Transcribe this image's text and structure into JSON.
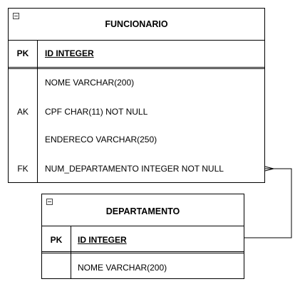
{
  "tables": {
    "funcionario": {
      "title": "FUNCIONARIO",
      "pk": {
        "key": "PK",
        "field": "ID INTEGER"
      },
      "rows": [
        {
          "key": "",
          "field": "NOME VARCHAR(200)"
        },
        {
          "key": "AK",
          "field": "CPF CHAR(11) NOT NULL"
        },
        {
          "key": "",
          "field": "ENDERECO VARCHAR(250)"
        },
        {
          "key": "FK",
          "field": "NUM_DEPARTAMENTO INTEGER NOT NULL"
        }
      ]
    },
    "departamento": {
      "title": "DEPARTAMENTO",
      "pk": {
        "key": "PK",
        "field": "ID INTEGER"
      },
      "rows": [
        {
          "key": "",
          "field": "NOME VARCHAR(200)"
        }
      ]
    }
  },
  "relationship": {
    "from": "FUNCIONARIO.NUM_DEPARTAMENTO",
    "to": "DEPARTAMENTO.ID",
    "notation": "crow-foot-many-to-one"
  }
}
